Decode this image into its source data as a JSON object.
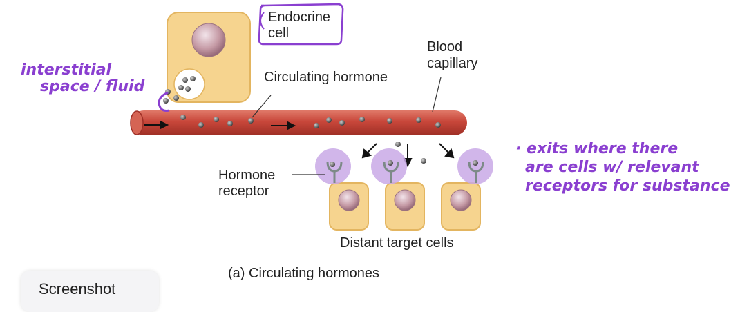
{
  "labels": {
    "endocrine_line1": "Endocrine",
    "endocrine_line2": "cell",
    "blood_line1": "Blood",
    "blood_line2": "capillary",
    "circulating_hormone": "Circulating hormone",
    "hormone_receptor_line1": "Hormone",
    "hormone_receptor_line2": "receptor",
    "distant_targets": "Distant target cells",
    "caption": "(a) Circulating hormones"
  },
  "annotations": {
    "interstitial_line1": "interstitial",
    "interstitial_line2": "space / fluid",
    "exits_line1": "· exits where there",
    "exits_line2": "are cells w/ relevant",
    "exits_line3": "receptors for substance"
  },
  "overlay": {
    "screenshot_button": "Screenshot"
  },
  "colors": {
    "vessel": "#c8473a",
    "cell_fill": "#f6d48f",
    "nucleus": "#b88a96",
    "receptor_halo": "#c9a9e6",
    "pen": "#8a3fd0"
  }
}
